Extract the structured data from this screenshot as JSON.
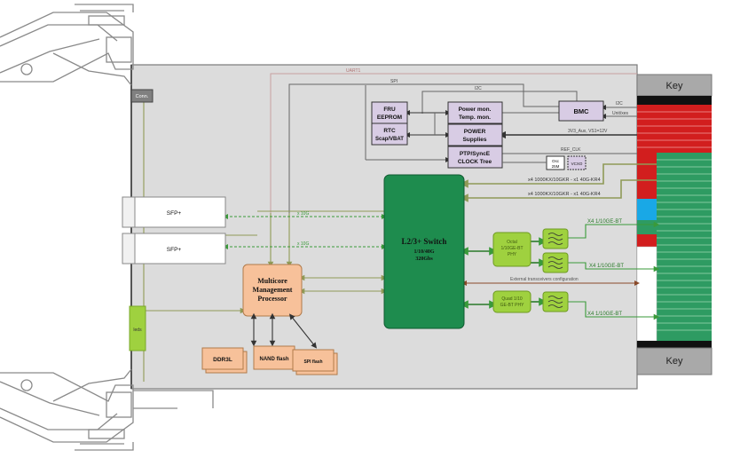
{
  "connector": {
    "key_label": "Key"
  },
  "blocks": {
    "conn": "Conn.",
    "fru": [
      "FRU",
      "EEPROM"
    ],
    "rtc": [
      "RTC",
      "Scap/VBAT"
    ],
    "power_mon": [
      "Power mon.",
      "Temp. mon."
    ],
    "power_supplies": [
      "POWER",
      "Supplies"
    ],
    "bmc": "BMC",
    "ptp": [
      "PTP/SyncE",
      "CLOCK Tree"
    ],
    "osc": [
      "Osc",
      "25M"
    ],
    "vcxo": "VCXO",
    "sfp1": "SFP+",
    "sfp2": "SFP+",
    "switch": [
      "L2/3+ Switch",
      "1/10/40G",
      "320Gbs"
    ],
    "mcp": [
      "Multicore",
      "Management",
      "Processor"
    ],
    "ddr": "DDR3L",
    "nand": "NAND flash",
    "spi": "SPI flash",
    "leds": "leds",
    "phy1": [
      "Octal",
      "1/10GE-BT",
      "PHY"
    ],
    "phy2": [
      "Quad 1/10",
      "GE-BT PHY"
    ]
  },
  "signals": {
    "uart": "UART1",
    "spi": "SPI",
    "i2c_top": "I2C",
    "i2c_right": "I2C",
    "unitxes": "Unit/xes",
    "power_in": "3V3_Aux, VS1=12V",
    "ref_clk": "REF_CLK",
    "kr4_a": "x4 1000KX/10GKR - x1 40G-KR4",
    "kr4_b": "x4 1000KX/10GKR - x1 40G-KR4",
    "sfp_link_1": "x 10G",
    "sfp_link_2": "x 10G",
    "bt1": "X4 1/10GE-BT",
    "bt2": "X4 1/10GE-BT",
    "bt3": "X4 1/10GE-BT",
    "ext_cfg": "External transceivers configuration"
  },
  "colors": {
    "board": "#dcdcdc",
    "switch": "#1e8c4e",
    "block": "#d8cce4",
    "mcp": "#f7c19a",
    "phy": "#9fd13f",
    "conn_green": "#2e9b62",
    "conn_red": "#d21e1e",
    "conn_blue": "#19a8e6",
    "line_olive": "#8f9a57",
    "line_green": "#3a9a3a",
    "line_gray": "#666666",
    "line_brown": "#8a4a2a"
  }
}
